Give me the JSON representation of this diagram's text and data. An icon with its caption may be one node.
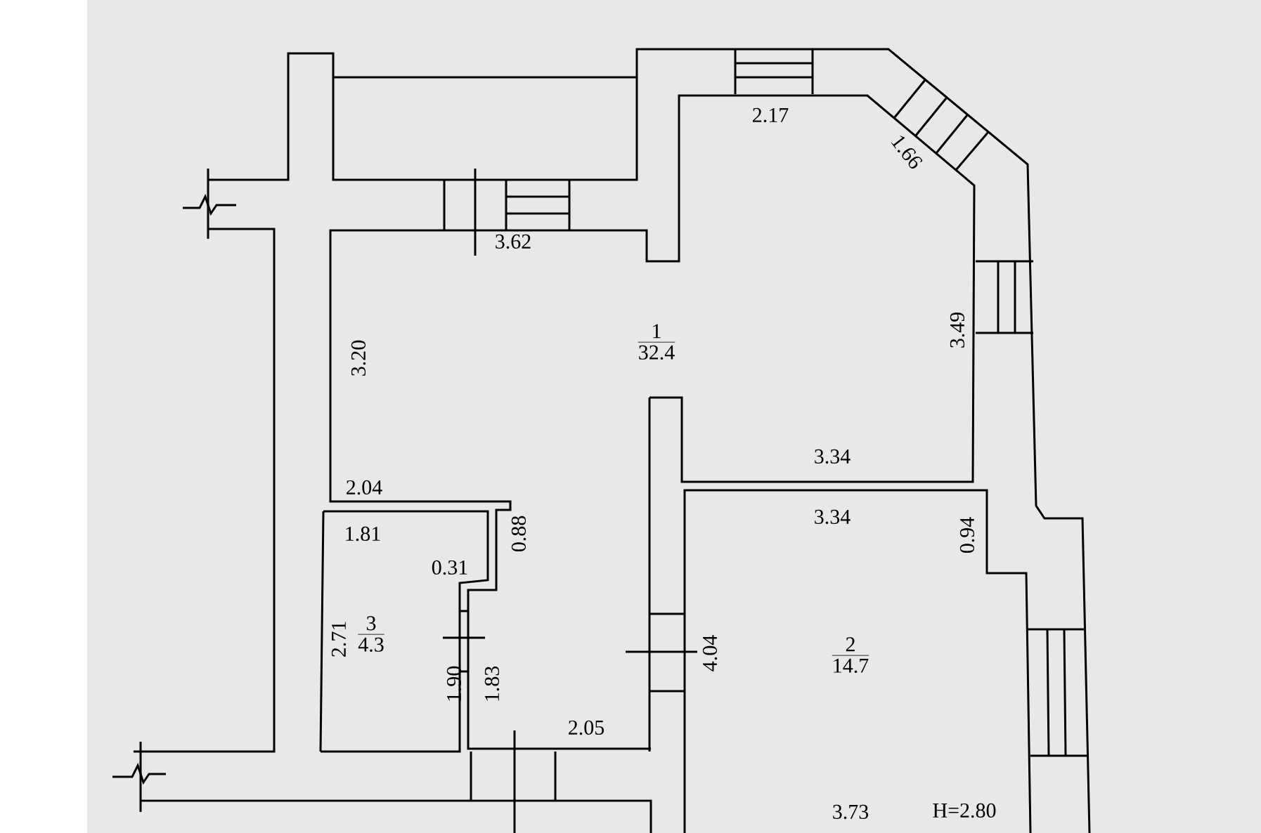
{
  "diagram": {
    "nodes": [
      {
        "text": [
          "1",
          "32.4"
        ]
      },
      {
        "text": [
          "3",
          "4.3"
        ]
      },
      {
        "text": [
          "2",
          "14.7"
        ]
      }
    ],
    "labels": [
      "2.17",
      "1.66",
      "3.62",
      "3.20",
      "3.49",
      "3.34",
      "2.04",
      "3.34",
      "1.81",
      "0.94",
      "0.88",
      "0.31",
      "2.71",
      "1.90",
      "1.83",
      "4.04",
      "2.05",
      "3.73",
      "H=2.80"
    ]
  }
}
